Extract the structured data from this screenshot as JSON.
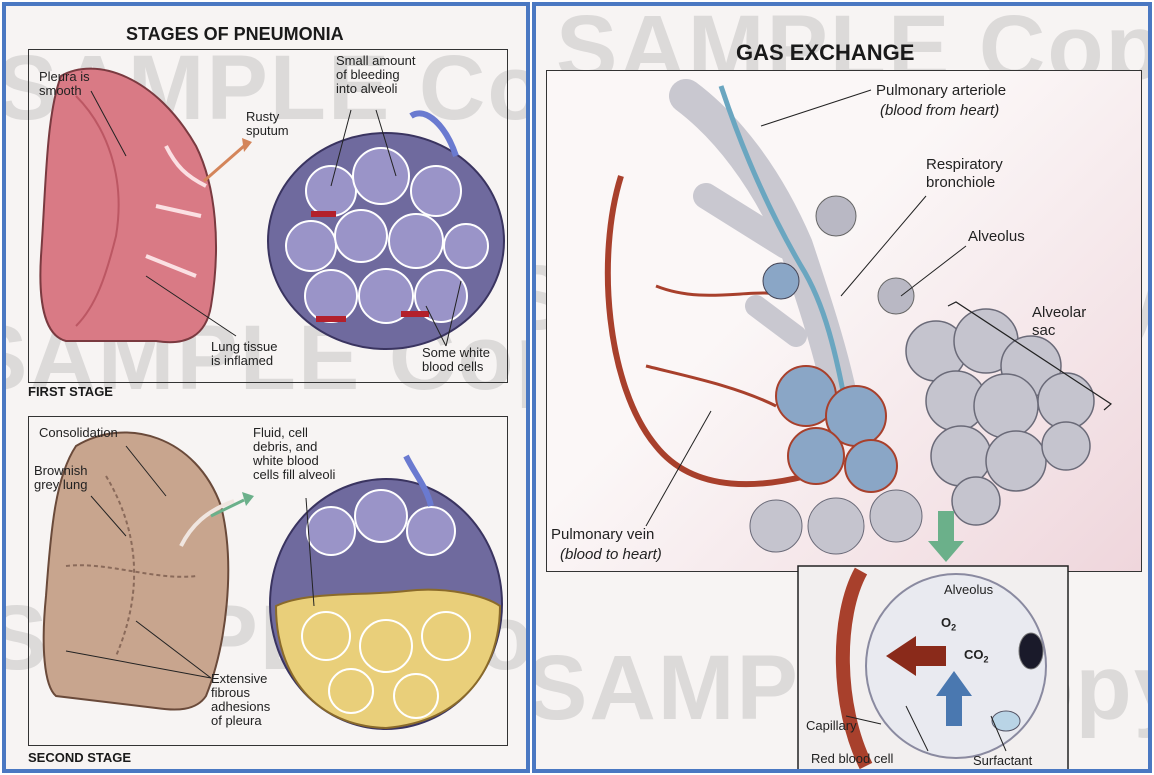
{
  "left": {
    "title": "STAGES OF PNEUMONIA",
    "first": {
      "stage_label": "FIRST STAGE",
      "pleura": "Pleura is\nsmooth",
      "bleeding": "Small amount\nof bleeding\ninto alveoli",
      "sputum": "Rusty\nsputum",
      "inflamed": "Lung tissue\nis inflamed",
      "wbc": "Some white\nblood cells"
    },
    "second": {
      "stage_label": "SECOND STAGE",
      "consolidation": "Consolidation",
      "brownish": "Brownish\ngrey lung",
      "fluid": "Fluid, cell\ndebris, and\nwhite blood\ncells fill alveoli",
      "adhesions": "Extensive\nfibrous\nadhesions\nof pleura"
    }
  },
  "right": {
    "title": "GAS EXCHANGE",
    "arteriole": "Pulmonary arteriole",
    "arteriole_note": "(blood from heart)",
    "bronchiole": "Respiratory\nbronchiole",
    "alveolus": "Alveolus",
    "sac": "Alveolar\nsac",
    "vein": "Pulmonary vein",
    "vein_note": "(blood to heart)",
    "inset": {
      "alveolus": "Alveolus",
      "o2": "O",
      "o2_sub": "2",
      "co2": "CO",
      "co2_sub": "2",
      "capillary": "Capillary",
      "rbc": "Red blood cell",
      "surfactant": "Surfactant"
    }
  },
  "watermark": {
    "lines": [
      "SAMPLE Copyright MediVisuals",
      "SAMPLE Copyright MediVisuals",
      "SAMPLE Copyright MediVisuals"
    ]
  },
  "colors": {
    "border": "#4a78c2",
    "vessel": "#a8402c",
    "alveoli": "#7a73a8",
    "lung": "#d06070",
    "arrow": "#6bb08a"
  }
}
